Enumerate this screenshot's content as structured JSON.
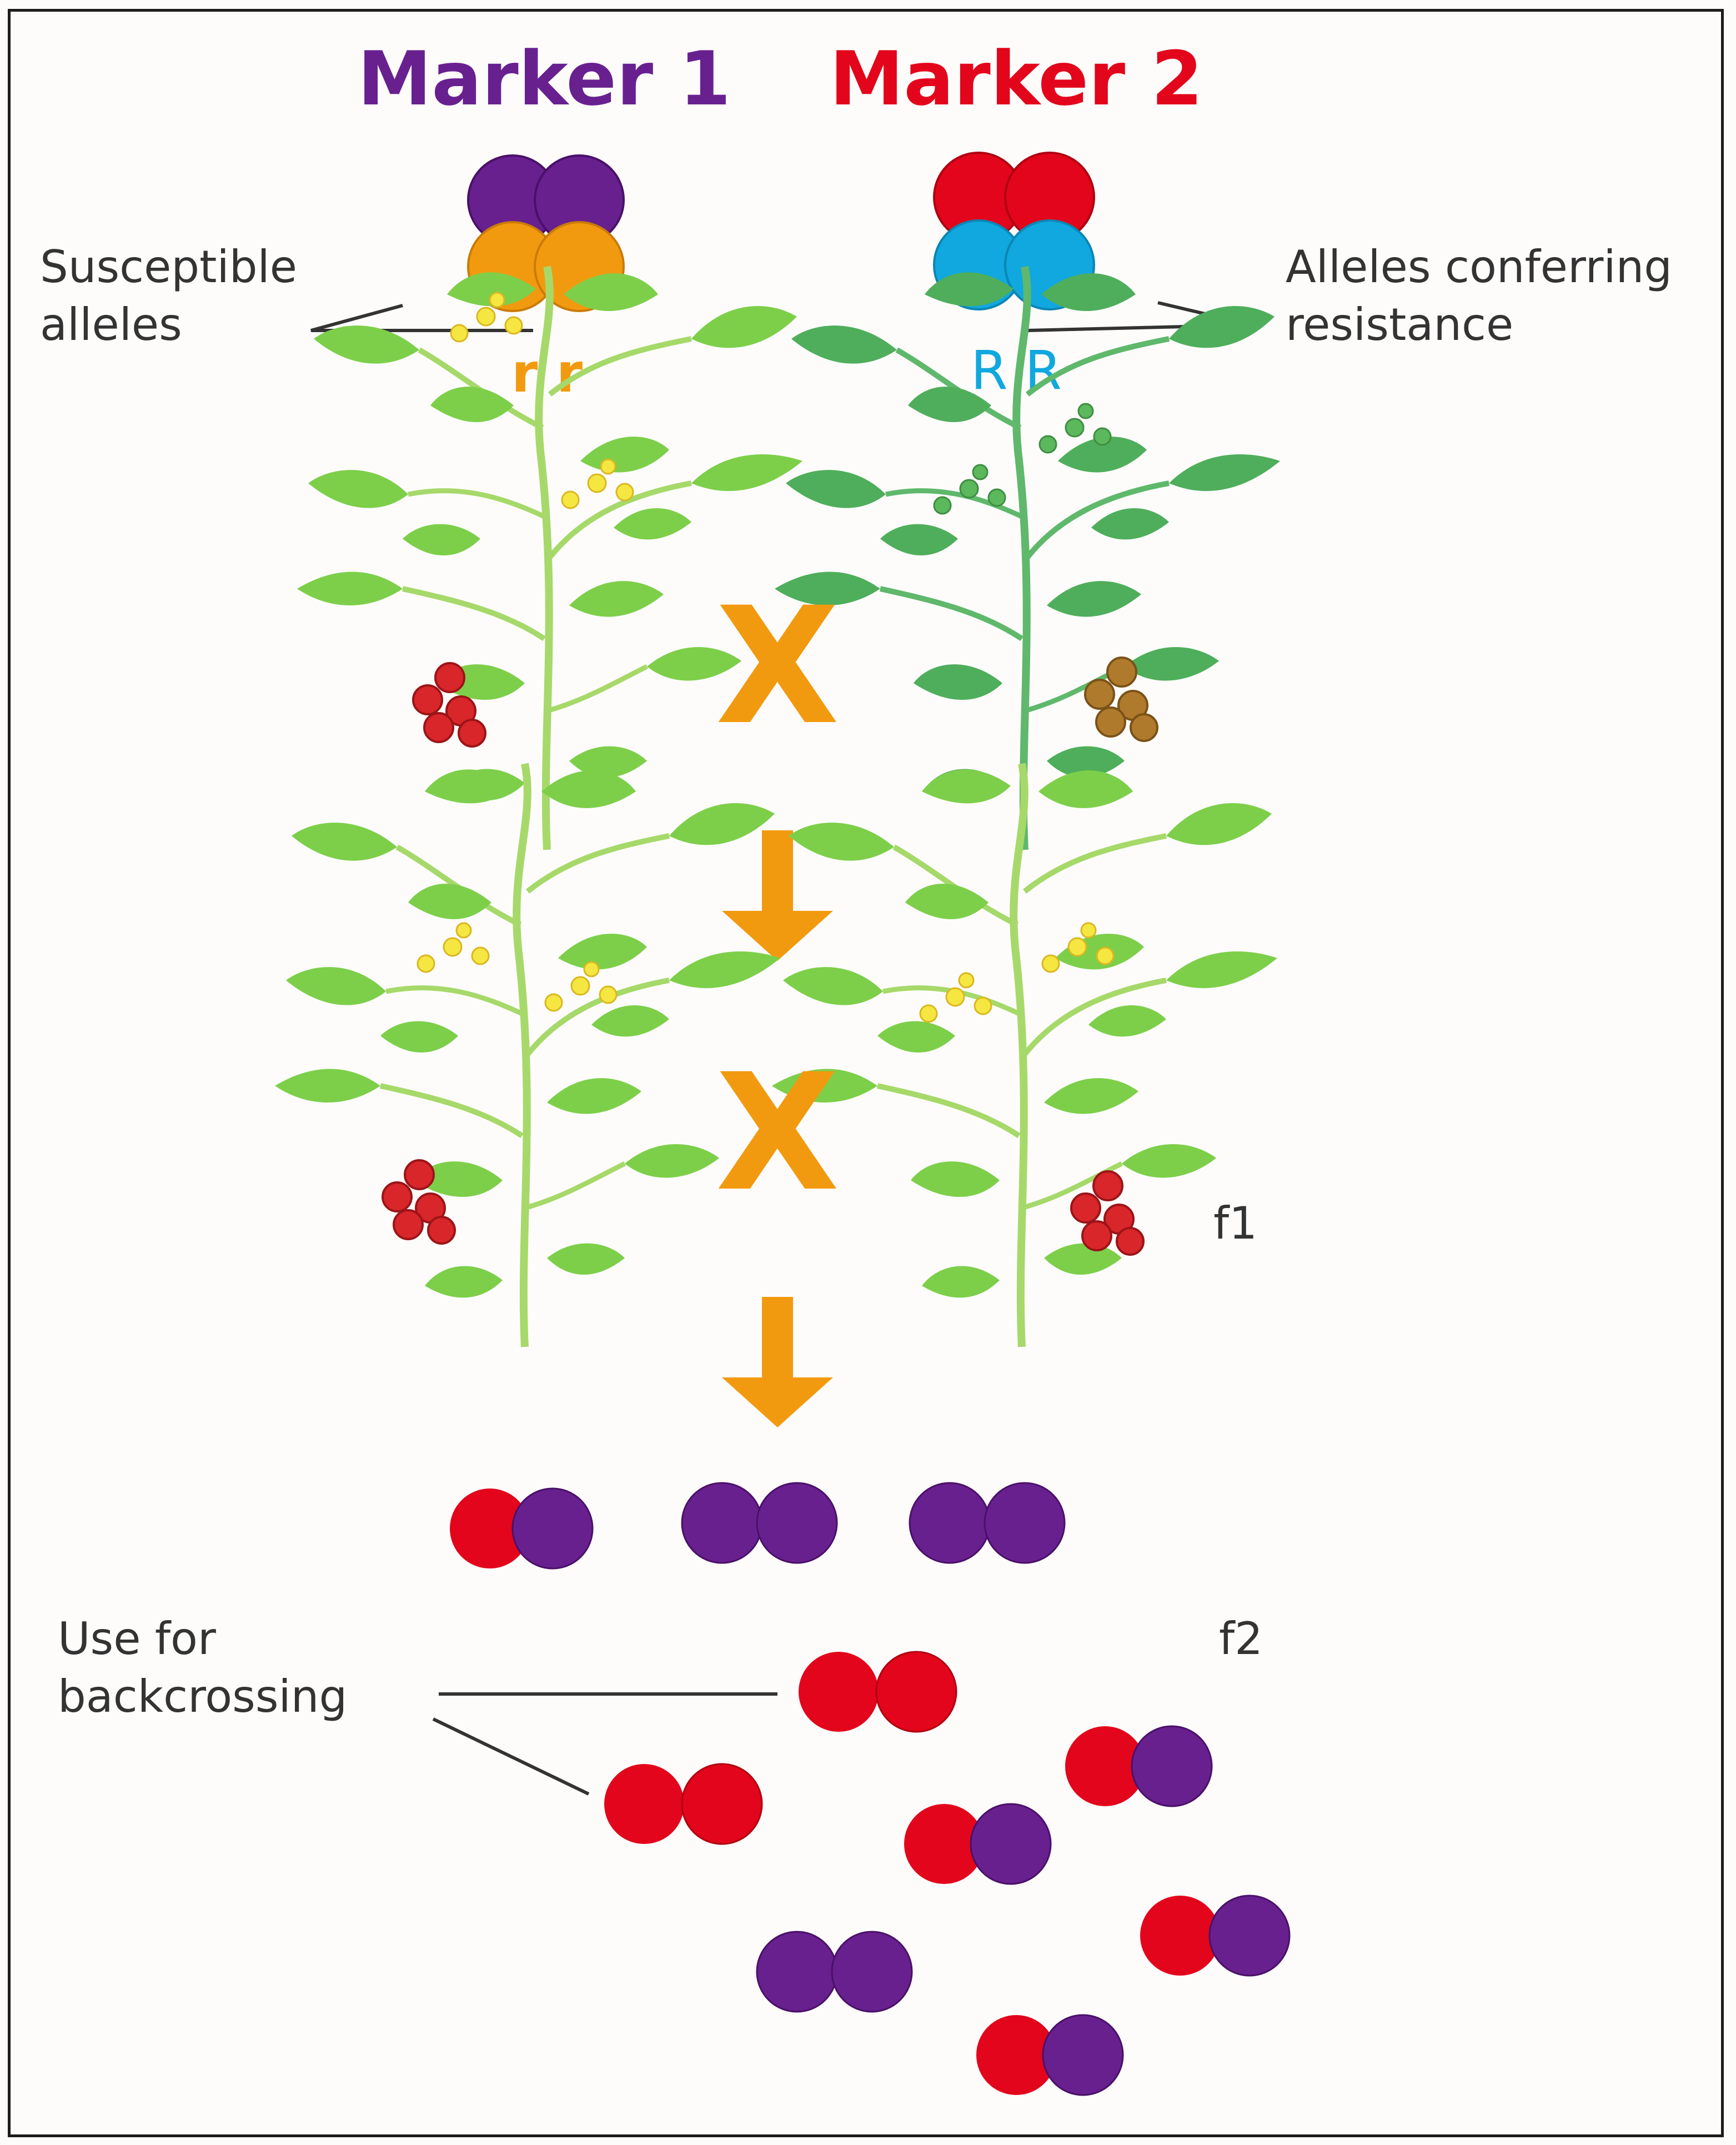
{
  "markers": {
    "marker1": "Marker 1",
    "marker2": "Marker 2"
  },
  "labels": {
    "susceptible": [
      "Susceptible",
      "alleles"
    ],
    "resistance": [
      "Alleles conferring",
      "resistance"
    ],
    "backcross": [
      "Use for",
      "backcrossing"
    ]
  },
  "alleles": {
    "susceptible": "r r",
    "resistant": "R R"
  },
  "generations": {
    "f1": "f1",
    "f2": "f2"
  },
  "cross_symbol": "X",
  "colors": {
    "marker1_purple": "#68208f",
    "marker2_red": "#e3051b",
    "susceptible_orange": "#f29a0f",
    "resistant_blue": "#10a8de",
    "arrow_orange": "#f29a0f",
    "leaf_light": "#7dcf4a",
    "leaf_dark": "#4fae5b",
    "tomato_red": "#d8262a",
    "tomato_brown": "#b07a2c",
    "flower_yellow": "#f6e642"
  },
  "icons": {
    "plant": "tomato-plant-icon",
    "arrow": "arrow-down-icon",
    "chromosome": "chromosome-pair-icon"
  }
}
